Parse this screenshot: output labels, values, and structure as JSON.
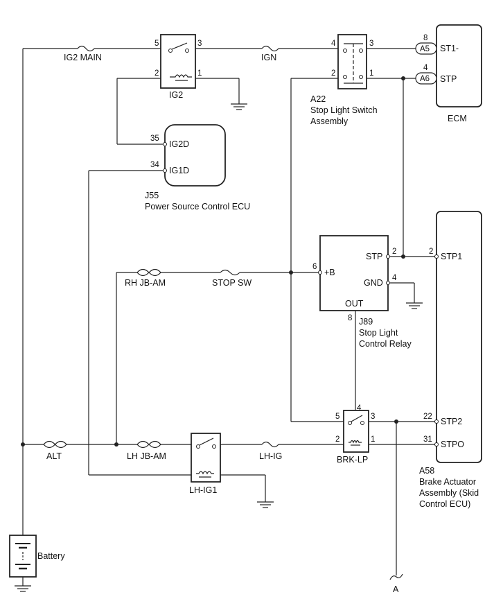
{
  "fuses": {
    "ig2_main": "IG2 MAIN",
    "ign": "IGN",
    "rh_jb_am": "RH JB-AM",
    "stop_sw": "STOP SW",
    "alt": "ALT",
    "lh_jb_am": "LH JB-AM",
    "lh_ig": "LH-IG"
  },
  "relays": {
    "ig2": {
      "name": "IG2",
      "pins": [
        "5",
        "3",
        "2",
        "1"
      ]
    },
    "lh_ig1": {
      "name": "LH-IG1"
    },
    "brk_lp": {
      "name": "BRK-LP",
      "pins": [
        "4",
        "5",
        "3",
        "2",
        "1"
      ]
    }
  },
  "stop_switch": {
    "code": "A22",
    "line1": "Stop Light Switch",
    "line2": "Assembly",
    "pins": [
      "4",
      "3",
      "2",
      "1"
    ]
  },
  "ecm": {
    "name": "ECM",
    "connectors": [
      "A5",
      "A6"
    ],
    "pin_numbers": [
      "8",
      "4"
    ],
    "pins": [
      "ST1-",
      "STP"
    ]
  },
  "power_ecu": {
    "code": "J55",
    "name": "Power Source Control ECU",
    "pin_numbers": [
      "35",
      "34"
    ],
    "pins": [
      "IG2D",
      "IG1D"
    ]
  },
  "relay_unit": {
    "code": "J89",
    "line1": "Stop Light",
    "line2": "Control Relay",
    "pin_numbers": [
      "6",
      "2",
      "4",
      "8"
    ],
    "pins": [
      "+B",
      "STP",
      "GND",
      "OUT"
    ]
  },
  "brake_actuator": {
    "code": "A58",
    "line1": "Brake Actuator",
    "line2": "Assembly (Skid",
    "line3": "Control ECU)",
    "pin_numbers": [
      "2",
      "22",
      "31"
    ],
    "pins": [
      "STP1",
      "STP2",
      "STPO"
    ]
  },
  "battery": "Battery",
  "connector_a": "A"
}
